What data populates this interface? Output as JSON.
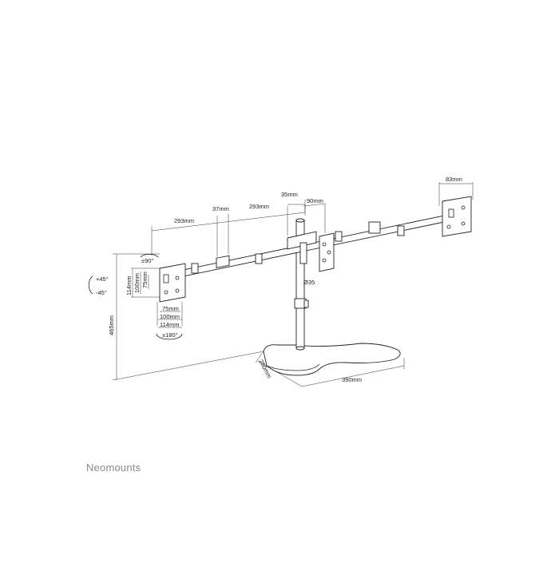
{
  "brand": "Neomounts",
  "dimensions": {
    "arm_left": "293mm",
    "arm_right": "293mm",
    "clamp_width": "37mm",
    "pole_top": "35mm",
    "bracket_90": "90mm",
    "right_plate": "83mm",
    "pole_diameter": "Ø35",
    "height_total": "465mm",
    "base_depth": "280mm",
    "base_width": "390mm",
    "vesa_h_114": "114mm",
    "vesa_h_100": "100mm",
    "vesa_h_75": "75mm",
    "vesa_w_75": "75mm",
    "vesa_w_100": "100mm",
    "vesa_w_114": "114mm"
  },
  "rotation": {
    "swivel": "±90°",
    "tilt_up": "+45°",
    "tilt_down": "-45°",
    "rotate": "±180°"
  },
  "colors": {
    "line": "#222222",
    "brand": "#8a8a8a"
  }
}
